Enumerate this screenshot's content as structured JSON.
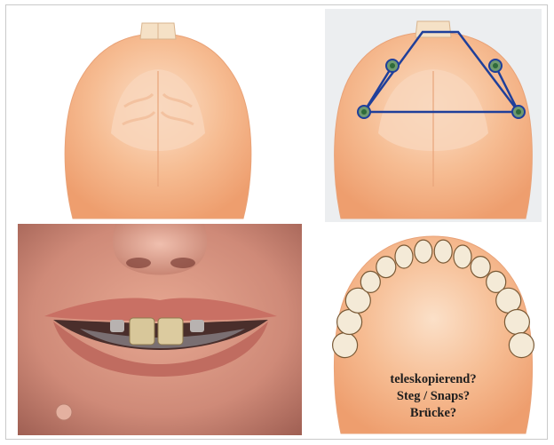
{
  "figure": {
    "panels": [
      {
        "id": "edentulous-maxilla-illustration"
      },
      {
        "id": "implant-plan-illustration",
        "overlay_color": "#1f3f9a",
        "implant_color": "#2f6a3a"
      },
      {
        "id": "patient-smile-photo"
      },
      {
        "id": "dentition-illustration"
      }
    ],
    "caption_lines": [
      "teleskopierend?",
      "Steg / Snaps?",
      "Brücke?"
    ],
    "colors": {
      "palate_light": "#f7c9a8",
      "palate_mid": "#f0a978",
      "gum_edge": "#e8986a",
      "tooth": "#f4ead7",
      "overlay_line": "#1f3f9a"
    }
  }
}
